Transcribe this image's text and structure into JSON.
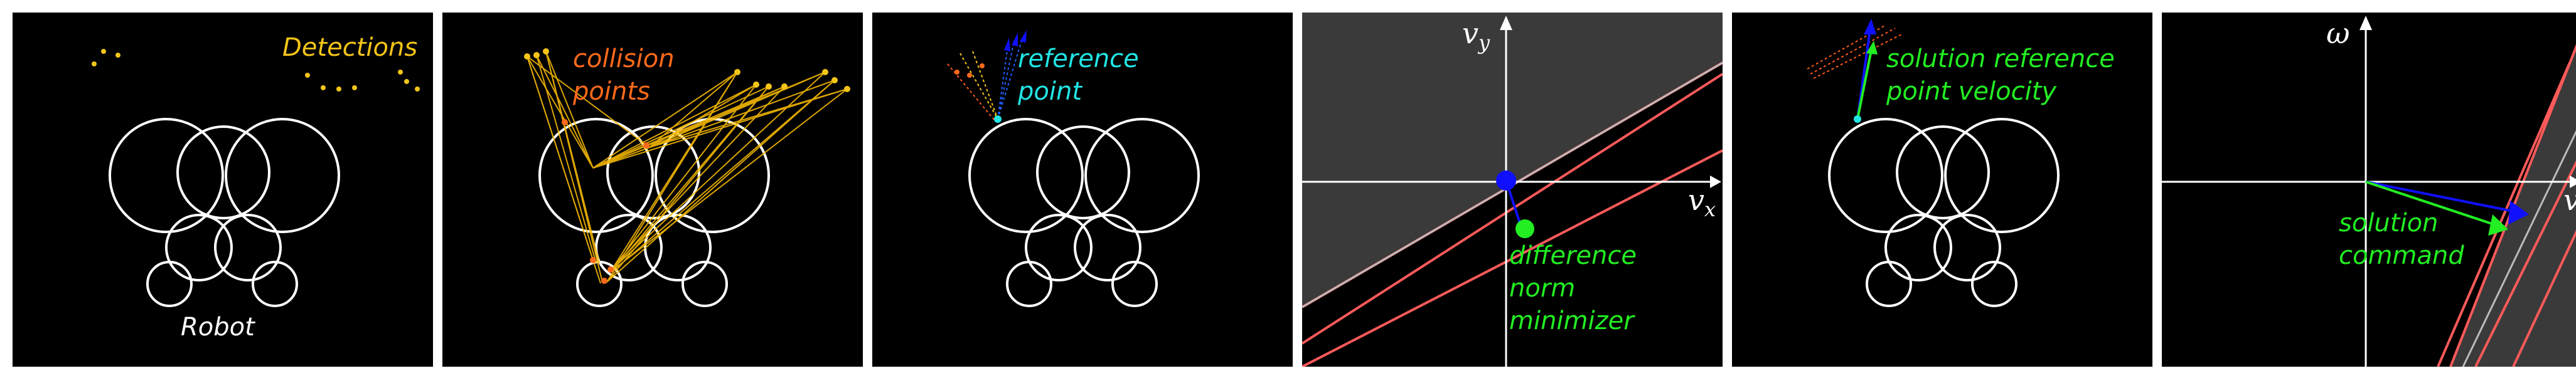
{
  "panels": [
    {
      "label": "Detections",
      "color": "#f5c518"
    },
    {
      "label": "Robot",
      "color": "#ffffff"
    },
    {
      "label": "collision points",
      "line1": "collision",
      "line2": "points",
      "color": "#ff6a1a"
    },
    {
      "label": "reference point",
      "line1": "reference",
      "line2": "point",
      "color": "#22e5e5"
    },
    {
      "axis_x": "v",
      "axis_x_sub": "x",
      "axis_y": "v",
      "axis_y_sub": "y",
      "line1": "difference",
      "line2": "norm",
      "line3": "minimizer",
      "color": "#22ee22"
    },
    {
      "line1": "solution reference",
      "line2": "point velocity",
      "color": "#22ee22"
    },
    {
      "axis_x": "v",
      "axis_y": "ω",
      "line1": "solution",
      "line2": "command",
      "color": "#22ee22"
    }
  ],
  "colors": {
    "background": "#000000",
    "robot": "#ffffff",
    "constraint": "#ff5a5a",
    "feasible": "#3a3a3a",
    "arrow": "#1010ff"
  }
}
